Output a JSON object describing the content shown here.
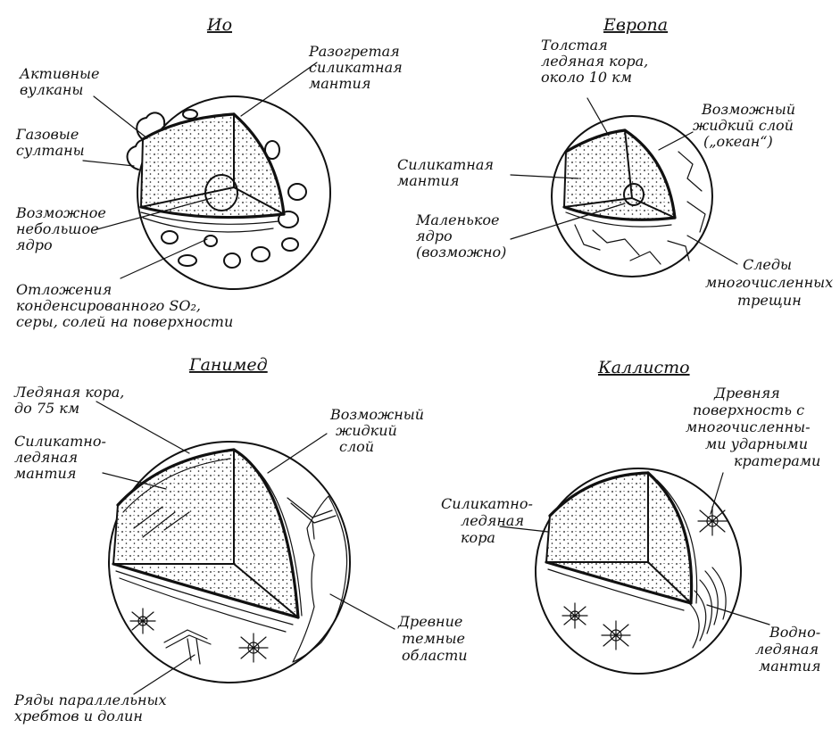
{
  "colors": {
    "ink": "#111111",
    "paper": "#ffffff"
  },
  "io": {
    "title": "Ио",
    "labels": {
      "volcanoes": [
        "Активные",
        "вулканы"
      ],
      "plumes": [
        "Газовые",
        "султаны"
      ],
      "core": [
        "Возможное",
        "небольшое",
        "ядро"
      ],
      "mantle": [
        "Разогретая",
        "силикатная",
        "мантия"
      ],
      "deposits": [
        "Отложения",
        "конденсированного SO₂,",
        "серы, солей на поверхности"
      ]
    }
  },
  "europa": {
    "title": "Европа",
    "labels": {
      "crust": [
        "Толстая",
        "ледяная кора,",
        "около 10 км"
      ],
      "ocean": [
        "Возможный",
        "жидкий слой",
        "(„океан“)"
      ],
      "mantle": [
        "Силикатная",
        "мантия"
      ],
      "core": [
        "Маленькое",
        "ядро",
        "(возможно)"
      ],
      "cracks": [
        "Следы",
        "многочисленных",
        "трещин"
      ]
    }
  },
  "ganymede": {
    "title": "Ганимед",
    "labels": {
      "crust": [
        "Ледяная кора,",
        "до 75 км"
      ],
      "mantle": [
        "Силикатно-",
        "ледяная",
        "мантия"
      ],
      "liquid": [
        "Возможный",
        "жидкий",
        "слой"
      ],
      "dark": [
        "Древние",
        "темные",
        "области"
      ],
      "ridges": [
        "Ряды параллельных",
        "хребтов и долин"
      ]
    }
  },
  "callisto": {
    "title": "Каллисто",
    "labels": {
      "surface": [
        "Древняя",
        "поверхность с",
        "многочисленны-",
        "ми ударными",
        "кратерами"
      ],
      "crust": [
        "Силикатно-",
        "ледяная",
        "кора"
      ],
      "mantle": [
        "Водно-",
        "ледяная",
        "мантия"
      ]
    }
  }
}
